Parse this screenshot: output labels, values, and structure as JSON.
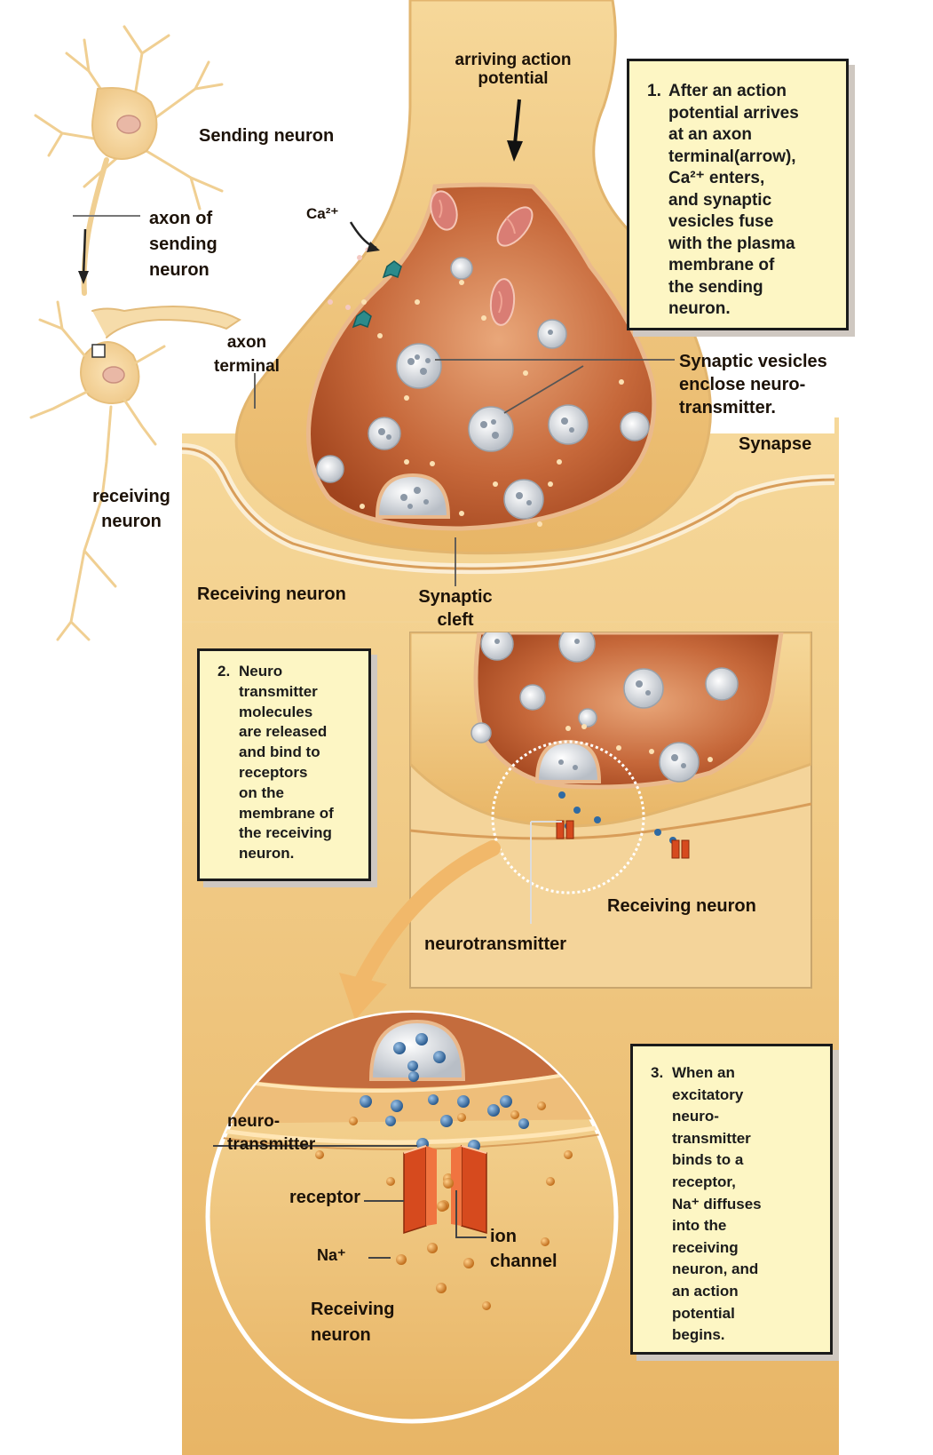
{
  "labels": {
    "arriving": "arriving action\npotential",
    "sending_neuron": "Sending neuron",
    "ca": "Ca²⁺",
    "axon_of_sending": "axon of\nsending\nneuron",
    "axon_terminal": "axon\nterminal",
    "synaptic_vesicles": "Synaptic vesicles\nenclose neuro-\ntransmitter.",
    "synapse": "Synapse",
    "receiving_neuron_small": "receiving\nneuron",
    "receiving_neuron_main": "Receiving neuron",
    "synaptic_cleft": "Synaptic\ncleft",
    "receiving_neuron_mid": "Receiving neuron",
    "neurotransmitter_mid": "neurotransmitter",
    "neurotransmitter_zoom": "neuro-\ntransmitter",
    "receptor": "receptor",
    "ion_channel": "ion\nchannel",
    "na": "Na⁺",
    "receiving_neuron_zoom": "Receiving\nneuron"
  },
  "steps": [
    {
      "number": "1.",
      "text": "After an action\npotential arrives\nat an axon\nterminal(arrow),\nCa²⁺ enters,\nand synaptic\nvesicles fuse\nwith the plasma\nmembrane of\nthe sending\nneuron."
    },
    {
      "number": "2.",
      "text": "Neuro\ntransmitter\nmolecules\nare released\nand bind to\nreceptors\non the\nmembrane of\nthe receiving\nneuron."
    },
    {
      "number": "3.",
      "text": "When an\nexcitatory\nneuro-\ntransmitter\nbinds to a\nreceptor,\nNa⁺ diffuses\ninto the\nreceiving\nneuron, and\nan action\npotential\nbegins."
    }
  ],
  "icons": [
    "neuron-icon",
    "action-potential-arrow-icon",
    "calcium-channel-icon",
    "synaptic-vesicle-icon",
    "mitochondrion-icon",
    "receptor-icon",
    "ion-channel-icon",
    "zoom-arrow-icon"
  ],
  "colors": {
    "cytoplasm": "#f2cf8a",
    "terminal_inside": "#b85a2e",
    "vesicle": "#d7dbe0",
    "neurotransmitter": "#3a6ea5",
    "receptor": "#d64a1e",
    "sodium": "#d98a2a",
    "step_box": "#fdf6c4"
  }
}
